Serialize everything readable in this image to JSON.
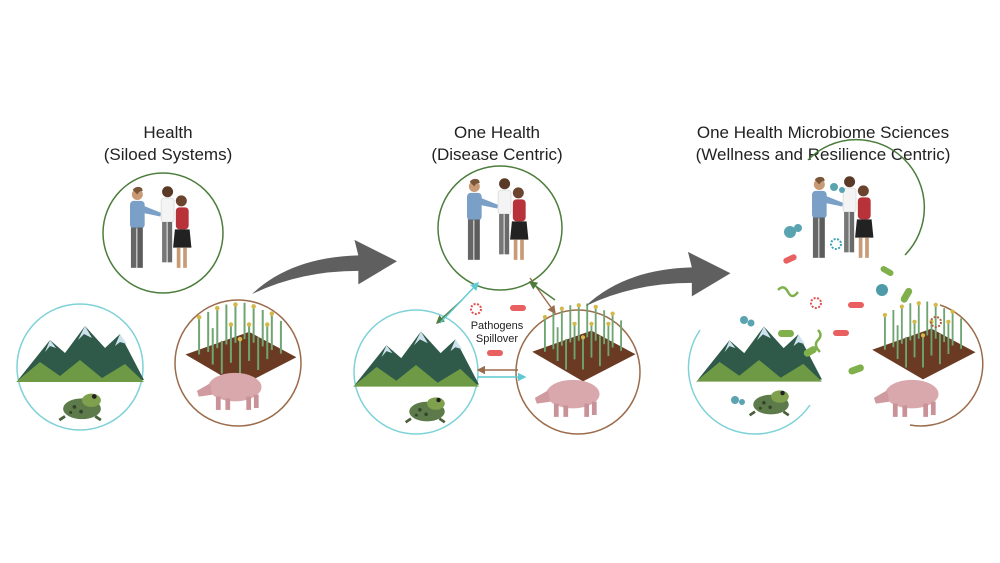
{
  "panels": [
    {
      "title": "Health",
      "subtitle": "(Siloed Systems)"
    },
    {
      "title": "One Health",
      "subtitle": "(Disease Centric)"
    },
    {
      "title": "One Health Microbiome Sciences",
      "subtitle": "(Wellness and Resilience Centric)"
    }
  ],
  "spillover": {
    "line1": "Pathogens",
    "line2": "Spillover"
  },
  "colors": {
    "human": "#4c7d3c",
    "environment": "#7fd2d8",
    "animal_agri": "#9b6b4b",
    "arrow": "#5a5a5a"
  }
}
